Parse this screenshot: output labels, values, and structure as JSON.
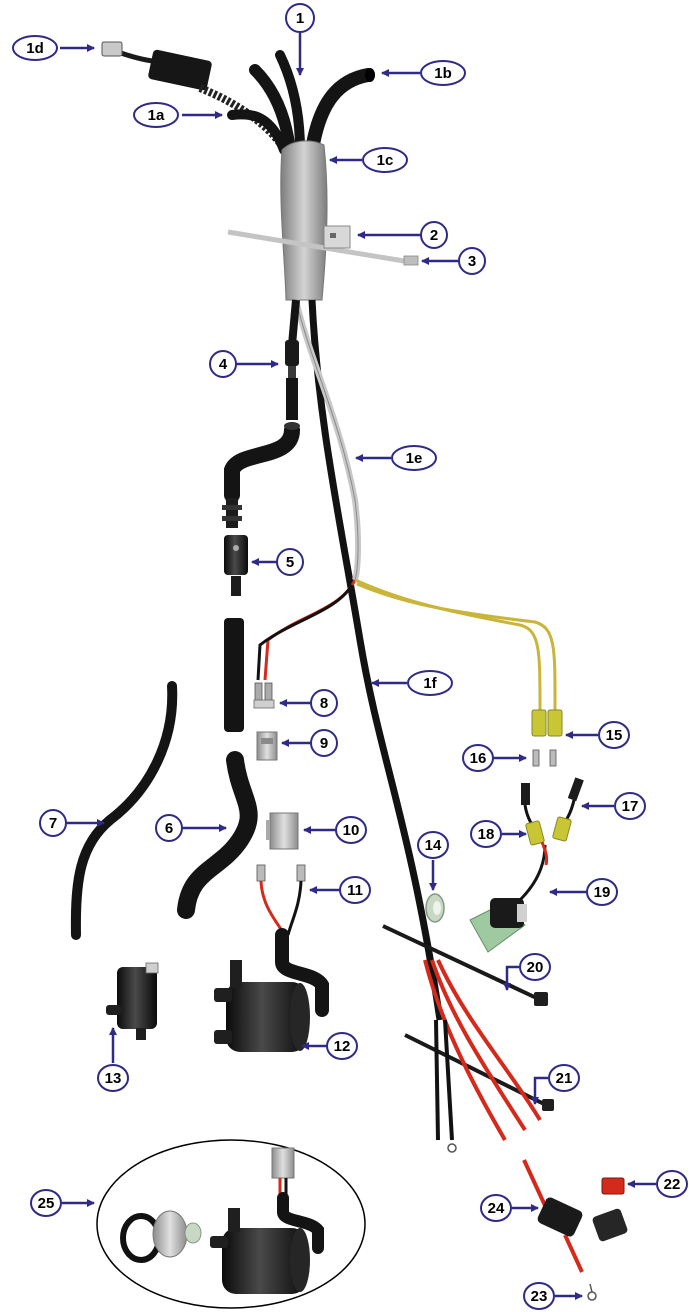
{
  "colors": {
    "arrow": "#2e2a86",
    "callout_stroke": "#2e2a86",
    "callout_fill": "#ffffff",
    "callout_text": "#000000",
    "hose": "#141414",
    "wire_red": "#d42a1c",
    "wire_yellow": "#c9b53a",
    "wire_gray": "#c8c8c8",
    "sleeve": "#a9a9a9",
    "connector_gray": "#b5b5b5",
    "connector_yellow": "#c8c634",
    "grommet_green": "#9fc9a0"
  },
  "callouts": {
    "c1": "1",
    "c1a": "1a",
    "c1b": "1b",
    "c1c": "1c",
    "c1d": "1d",
    "c1e": "1e",
    "c1f": "1f",
    "c2": "2",
    "c3": "3",
    "c4": "4",
    "c5": "5",
    "c6": "6",
    "c7": "7",
    "c8": "8",
    "c9": "9",
    "c10": "10",
    "c11": "11",
    "c12": "12",
    "c13": "13",
    "c14": "14",
    "c15": "15",
    "c16": "16",
    "c17": "17",
    "c18": "18",
    "c19": "19",
    "c20": "20",
    "c21": "21",
    "c22": "22",
    "c23": "23",
    "c24": "24",
    "c25": "25"
  }
}
